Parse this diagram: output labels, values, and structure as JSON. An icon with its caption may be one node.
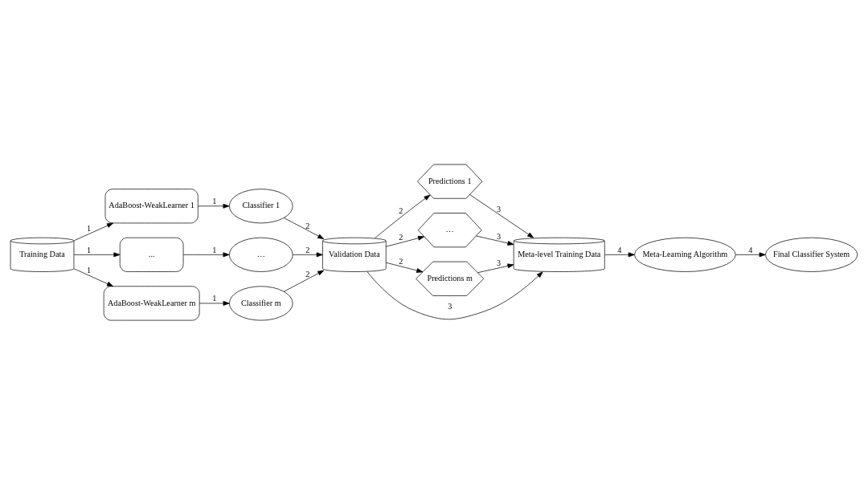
{
  "diagram": {
    "nodes": [
      {
        "text": [
          "Training Data"
        ]
      },
      {
        "text": [
          "AdaBoost-WeakLearner 1"
        ]
      },
      {
        "text": [
          "..."
        ]
      },
      {
        "text": [
          "AdaBoost-WeakLearner m"
        ]
      },
      {
        "text": [
          "Classifier 1"
        ]
      },
      {
        "text": [
          "…"
        ]
      },
      {
        "text": [
          "Classifier m"
        ]
      },
      {
        "text": [
          "Validation Data"
        ]
      },
      {
        "text": [
          "Predictions 1"
        ]
      },
      {
        "text": [
          "…"
        ]
      },
      {
        "text": [
          "Predictions m"
        ]
      },
      {
        "text": [
          "Meta-level Training Data"
        ]
      },
      {
        "text": [
          "Meta-Learning Algorithm"
        ]
      },
      {
        "text": [
          "Final Classifier System"
        ]
      }
    ],
    "edges": [
      {
        "from": 0,
        "to": 1,
        "arrow": "to",
        "label": "1"
      },
      {
        "from": 0,
        "to": 2,
        "arrow": "to",
        "label": "1"
      },
      {
        "from": 0,
        "to": 3,
        "arrow": "to",
        "label": "1"
      },
      {
        "from": 1,
        "to": 4,
        "arrow": "to",
        "label": "1"
      },
      {
        "from": 2,
        "to": 5,
        "arrow": "to",
        "label": "1"
      },
      {
        "from": 3,
        "to": 6,
        "arrow": "to",
        "label": "1"
      },
      {
        "from": 4,
        "to": 7,
        "arrow": "to",
        "label": "2"
      },
      {
        "from": 5,
        "to": 7,
        "arrow": "to",
        "label": "2"
      },
      {
        "from": 6,
        "to": 7,
        "arrow": "to",
        "label": "2"
      },
      {
        "from": 7,
        "to": 8,
        "arrow": "to",
        "label": "2"
      },
      {
        "from": 7,
        "to": 9,
        "arrow": "to",
        "label": "2"
      },
      {
        "from": 7,
        "to": 10,
        "arrow": "to",
        "label": "2"
      },
      {
        "from": 7,
        "to": 11,
        "arrow": "to",
        "label": "3"
      },
      {
        "from": 10,
        "to": 11,
        "arrow": "to",
        "label": "3"
      },
      {
        "from": 9,
        "to": 11,
        "arrow": "to",
        "label": "3"
      },
      {
        "from": 8,
        "to": 11,
        "arrow": "to",
        "label": "3"
      },
      {
        "from": 11,
        "to": 12,
        "arrow": "to",
        "label": "4"
      },
      {
        "from": 12,
        "to": 13,
        "arrow": "to",
        "label": "4"
      }
    ]
  }
}
